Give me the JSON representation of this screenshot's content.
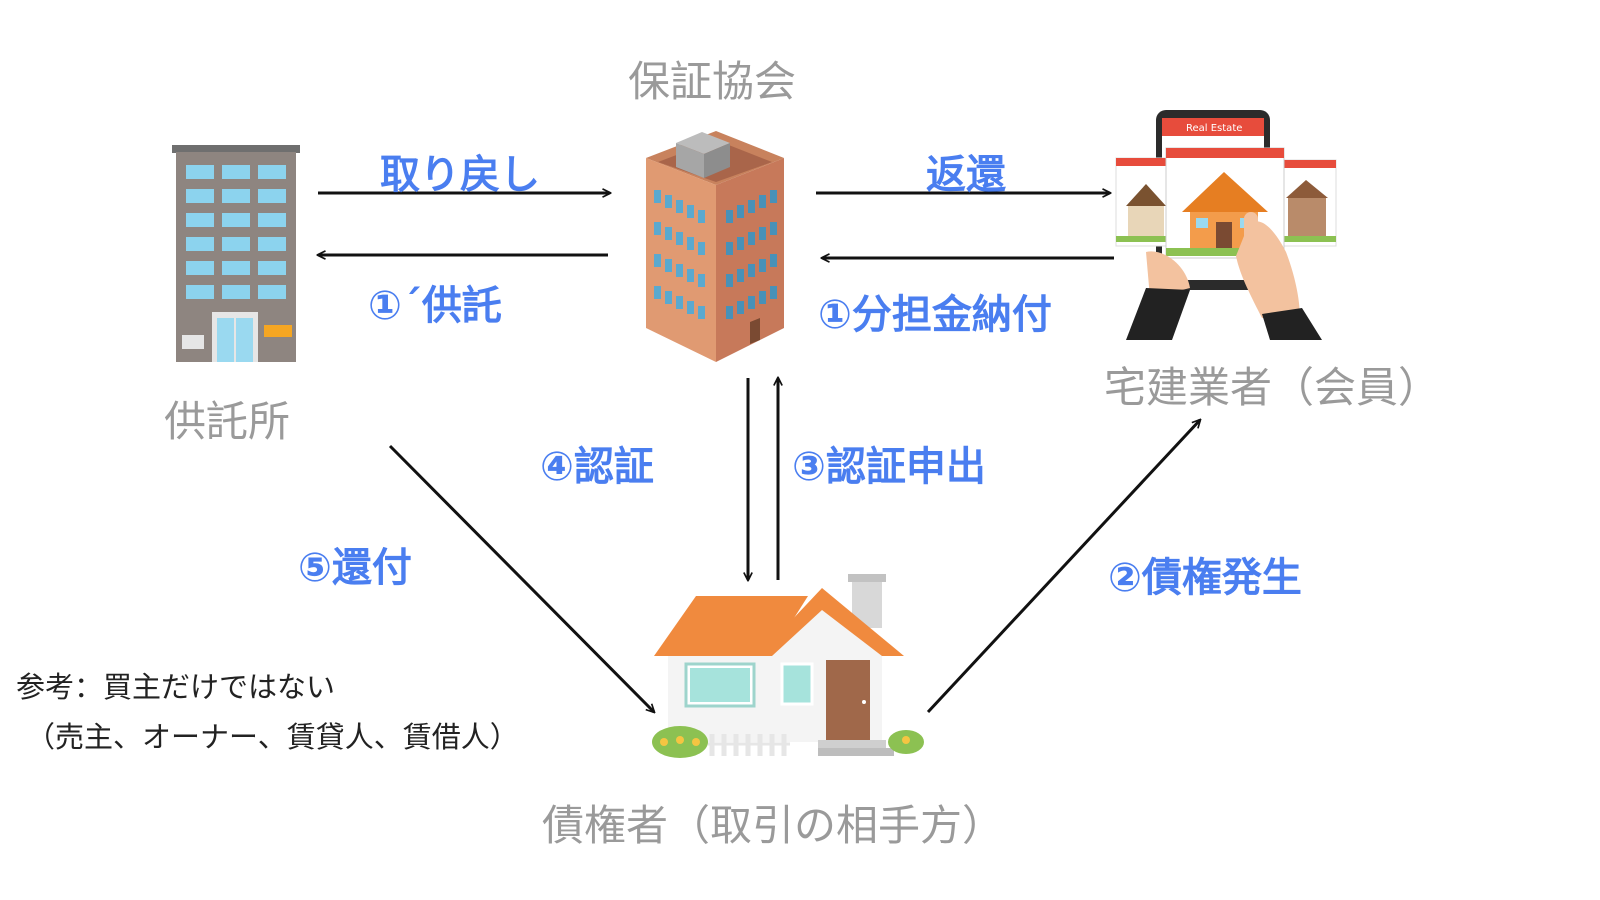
{
  "colors": {
    "edge_label": "#4a7ef0",
    "node_label": "#9a9a9a",
    "arrow": "#111111",
    "note_text": "#222222"
  },
  "nodes": {
    "guarantee_association": {
      "label": "保証協会",
      "icon": "brown-tower-building-icon"
    },
    "deposit_office": {
      "label": "供託所",
      "icon": "office-building-icon"
    },
    "real_estate_agent": {
      "label": "宅建業者（会員）",
      "icon": "real-estate-tablet-icon",
      "screen_text": "Real Estate"
    },
    "creditor": {
      "label": "債権者（取引の相手方）",
      "icon": "house-icon"
    }
  },
  "edges": {
    "retrieval": "取り戻し",
    "deposit": "①´供託",
    "refund": "返還",
    "contribution_payment": "①分担金納付",
    "certification": "④認証",
    "certification_request": "③認証申出",
    "repayment": "⑤還付",
    "claim_arises": "②債権発生"
  },
  "note": {
    "line1": "参考：買主だけではない",
    "line2": "（売主、オーナー、賃貸人、賃借人）"
  }
}
